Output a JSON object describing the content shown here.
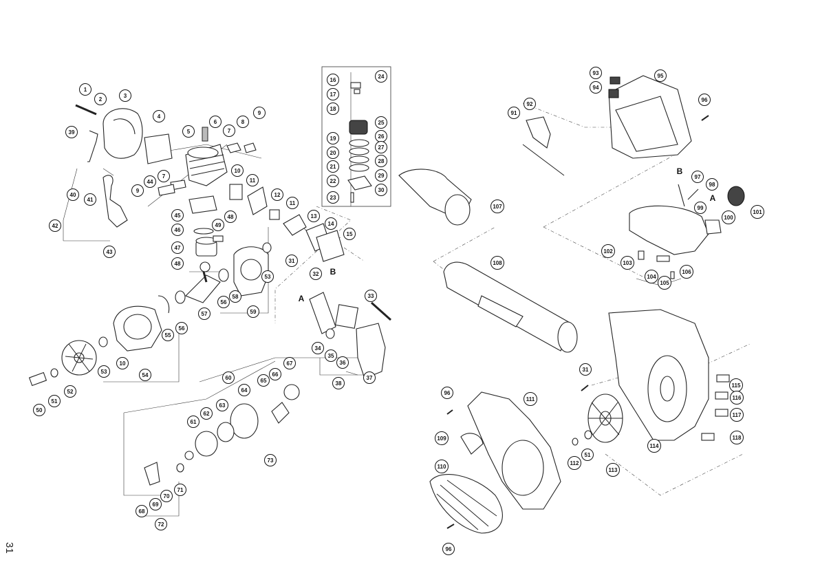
{
  "page_number": "31",
  "letters": [
    "A",
    "B",
    "B",
    "A"
  ],
  "callouts": [
    "1",
    "2",
    "3",
    "4",
    "5",
    "6",
    "7",
    "8",
    "9",
    "39",
    "10",
    "7",
    "44",
    "9",
    "11",
    "12",
    "11",
    "40",
    "41",
    "42",
    "43",
    "45",
    "46",
    "49",
    "48",
    "47",
    "48",
    "13",
    "14",
    "15",
    "31",
    "32",
    "53",
    "56",
    "58",
    "59",
    "57",
    "55",
    "56",
    "54",
    "52",
    "53",
    "10",
    "51",
    "50",
    "16",
    "24",
    "17",
    "18",
    "25",
    "26",
    "19",
    "20",
    "27",
    "21",
    "28",
    "22",
    "29",
    "30",
    "23",
    "33",
    "34",
    "35",
    "36",
    "37",
    "38",
    "60",
    "61",
    "62",
    "63",
    "64",
    "65",
    "66",
    "67",
    "73",
    "68",
    "69",
    "70",
    "71",
    "72",
    "93",
    "95",
    "94",
    "92",
    "91",
    "96",
    "97",
    "98",
    "99",
    "100",
    "101",
    "102",
    "103",
    "104",
    "105",
    "106",
    "107",
    "108",
    "31",
    "115",
    "116",
    "117",
    "118",
    "114",
    "109",
    "111",
    "96",
    "112",
    "51",
    "113",
    "110",
    "96"
  ]
}
